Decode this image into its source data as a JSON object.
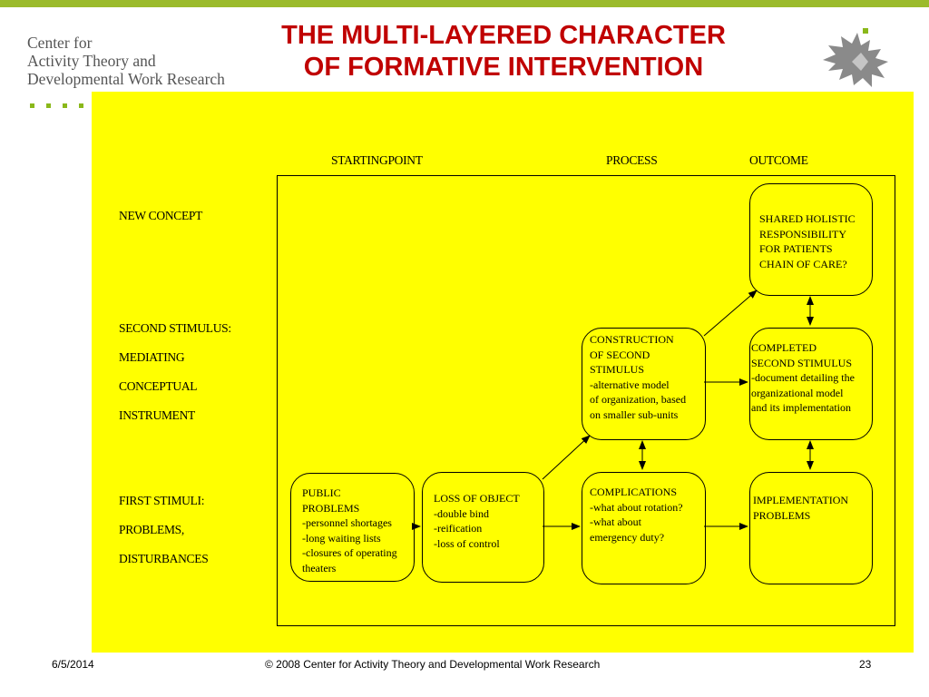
{
  "header": {
    "logo_lines": [
      "Center for",
      "Activity Theory and",
      "Developmental Work Research"
    ],
    "title_lines": [
      "THE MULTI-LAYERED CHARACTER",
      "OF FORMATIVE INTERVENTION"
    ],
    "university_logo_icon": "flame-logo-icon"
  },
  "columns": {
    "starting_point": "STARTINGPOINT",
    "process": "PROCESS",
    "outcome": "OUTCOME"
  },
  "rows": {
    "new_concept": [
      "NEW CONCEPT"
    ],
    "second_stimulus": [
      "SECOND STIMULUS:",
      "MEDIATING",
      "CONCEPTUAL",
      "INSTRUMENT"
    ],
    "first_stimuli": [
      "FIRST STIMULI:",
      "PROBLEMS,",
      "DISTURBANCES"
    ]
  },
  "boxes": {
    "public_problems": "PUBLIC\nPROBLEMS\n-personnel shortages\n-long waiting lists\n-closures of operating\ntheaters",
    "loss_of_object": "LOSS OF OBJECT\n-double bind\n-reification\n-loss of control",
    "complications": "COMPLICATIONS\n-what about rotation?\n-what about\nemergency duty?",
    "implementation_problems": "IMPLEMENTATION\nPROBLEMS",
    "construction": "CONSTRUCTION\nOF SECOND\nSTIMULUS\n-alternative model\nof organization, based\non smaller sub-units",
    "completed": "COMPLETED\nSECOND STIMULUS\n-document detailing the\norganizational model\nand its implementation",
    "shared": "SHARED HOLISTIC\nRESPONSIBILITY\nFOR PATIENTS\nCHAIN OF CARE?"
  },
  "footer": {
    "date": "6/5/2014",
    "copyright": "© 2008 Center for Activity Theory and Developmental Work Research",
    "page": "23"
  },
  "colors": {
    "accent_green": "#9bbb2c",
    "title_red": "#c00000",
    "panel_yellow": "#ffff00"
  }
}
